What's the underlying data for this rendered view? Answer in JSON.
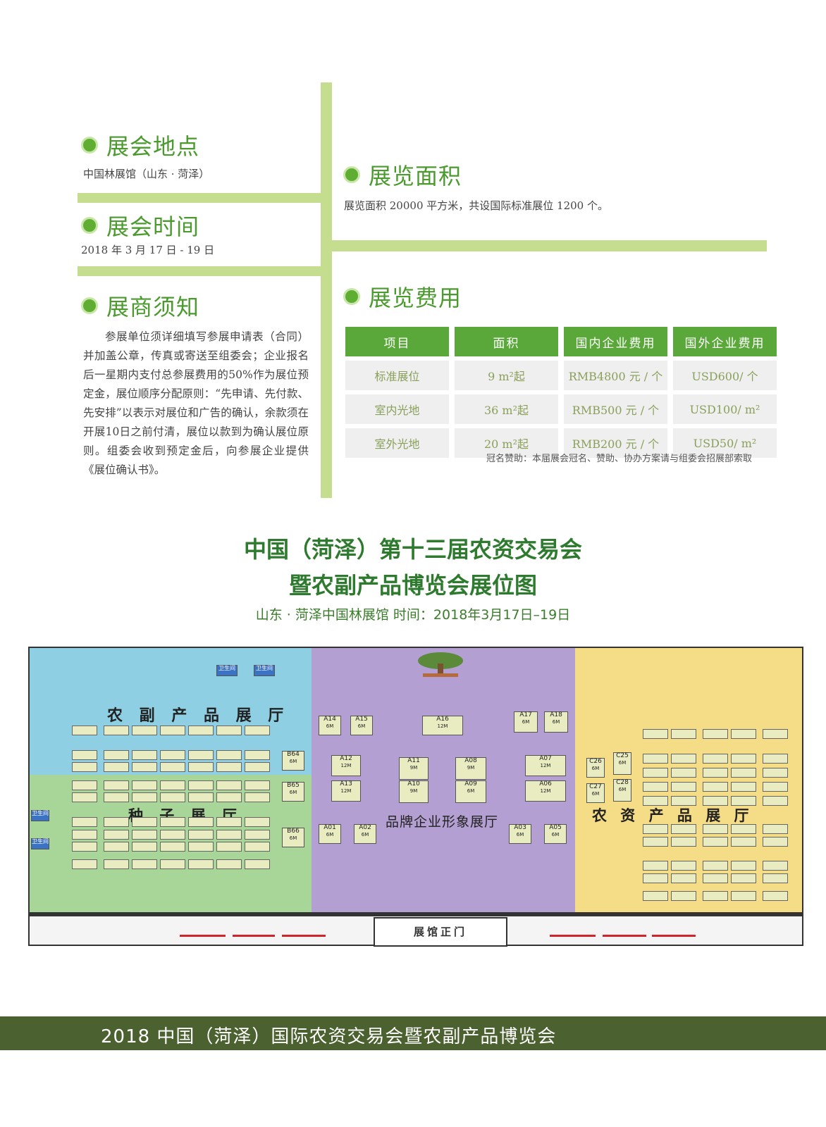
{
  "location": {
    "title": "展会地点",
    "text": "中国林展馆（山东 · 菏泽）"
  },
  "area": {
    "title": "展览面积",
    "text": "展览面积 20000 平方米，共设国际标准展位 1200 个。"
  },
  "time": {
    "title": "展会时间",
    "text": "2018 年 3 月 17 日 - 19 日"
  },
  "notice": {
    "title": "展商须知",
    "text": "参展单位须详细填写参展申请表（合同）并加盖公章，传真或寄送至组委会；企业报名后一星期内支付总参展费用的50%作为展位预定金，展位顺序分配原则：“先申请、先付款、先安排”以表示对展位和广告的确认，余款须在开展10日之前付清，展位以款到为确认展位原则。组委会收到预定金后，向参展企业提供《展位确认书》。"
  },
  "fees": {
    "title": "展览费用",
    "headers": [
      "项目",
      "面积",
      "国内企业费用",
      "国外企业费用"
    ],
    "rows": [
      [
        "标准展位",
        "9 m²起",
        "RMB4800 元 / 个",
        "USD600/ 个"
      ],
      [
        "室内光地",
        "36 m²起",
        "RMB500 元 / 个",
        "USD100/ m²"
      ],
      [
        "室外光地",
        "20 m²起",
        "RMB200 元 / 个",
        "USD50/ m²"
      ]
    ],
    "note": "冠名赞助：本届展会冠名、赞助、协办方案请与组委会招展部索取"
  },
  "map": {
    "title_line1": "中国（菏泽）第十三届农资交易会",
    "title_line2": "暨农副产品博览会展位图",
    "subtitle": "山东 · 菏泽中国林展馆 时间：2018年3月17日–19日",
    "halls": {
      "farm_products": "农 副 产 品 展 厅",
      "seed": "种 子 展 厅",
      "brand": "品牌企业形象展厅",
      "agri_supplies": "农 资 产 品 展 厅"
    },
    "entrance": "展馆正门",
    "restroom": "卫生间",
    "colors": {
      "blue": "#8fcfe3",
      "green": "#a8d598",
      "purple": "#b39fd1",
      "yellow": "#f5dc86"
    },
    "a_booths": [
      {
        "id": "A14",
        "size": "6M"
      },
      {
        "id": "A15",
        "size": "6M"
      },
      {
        "id": "A16",
        "size": "12M"
      },
      {
        "id": "A17",
        "size": "6M"
      },
      {
        "id": "A18",
        "size": "6M"
      },
      {
        "id": "A12",
        "size": "12M"
      },
      {
        "id": "A11",
        "size": "9M"
      },
      {
        "id": "A08",
        "size": "9M"
      },
      {
        "id": "A07",
        "size": "12M"
      },
      {
        "id": "A13",
        "size": "12M"
      },
      {
        "id": "A10",
        "size": "9M"
      },
      {
        "id": "A09",
        "size": "6M"
      },
      {
        "id": "A06",
        "size": "12M"
      },
      {
        "id": "A01",
        "size": "6M"
      },
      {
        "id": "A02",
        "size": "6M"
      },
      {
        "id": "A03",
        "size": "6M"
      },
      {
        "id": "A05",
        "size": "6M"
      }
    ],
    "b_big": [
      {
        "id": "B64",
        "size": "6M"
      },
      {
        "id": "B65",
        "size": "6M"
      },
      {
        "id": "B66",
        "size": "6M"
      }
    ],
    "c_big": [
      {
        "id": "C25",
        "size": "6M"
      },
      {
        "id": "C26",
        "size": "6M"
      },
      {
        "id": "C28",
        "size": "6M"
      },
      {
        "id": "C27",
        "size": "6M"
      }
    ]
  },
  "footer": {
    "text": "2018 中国（菏泽）国际农资交易会暨农副产品博览会"
  }
}
